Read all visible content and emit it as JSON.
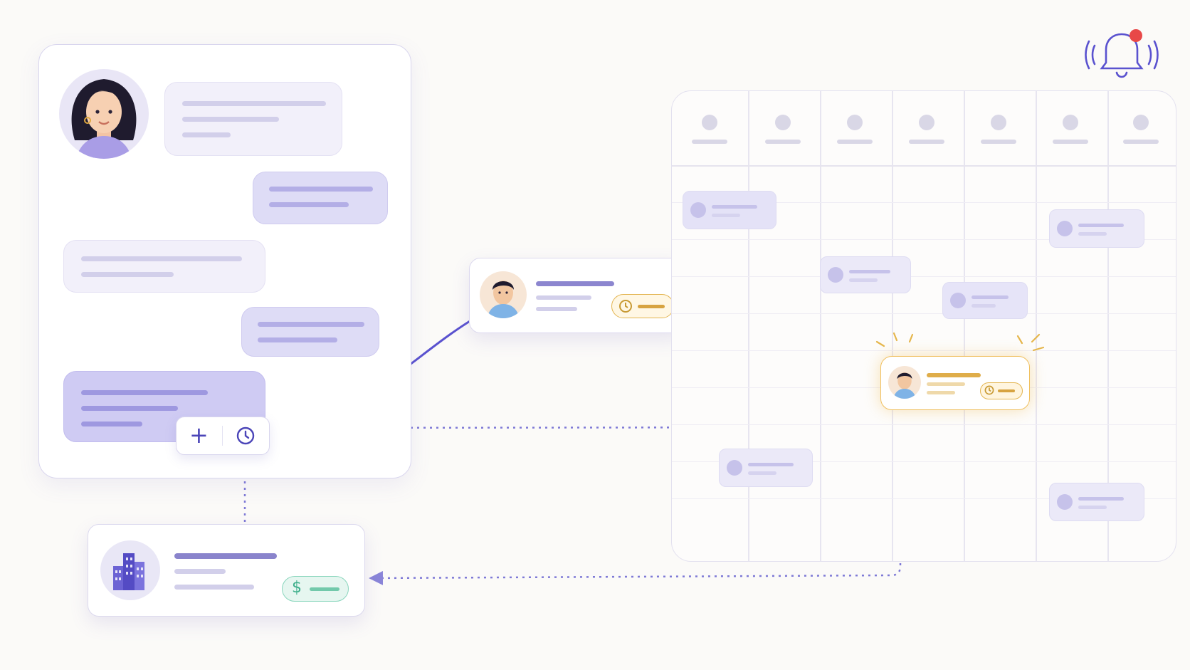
{
  "diagram": {
    "colors": {
      "accent": "#5a52cf",
      "bubble_out": "#dedcf6",
      "highlight": "#f0c060",
      "notification": "#e84848",
      "money": "#58bfa2"
    },
    "icons": {
      "add": "+",
      "clock": "clock-icon",
      "bell": "bell-icon",
      "money": "$",
      "building": "building-icon"
    },
    "chat_panel": {
      "avatar": "woman-avatar",
      "bubble_count": 5
    },
    "calendar": {
      "columns": 7
    },
    "notification": {
      "badge": true
    }
  }
}
